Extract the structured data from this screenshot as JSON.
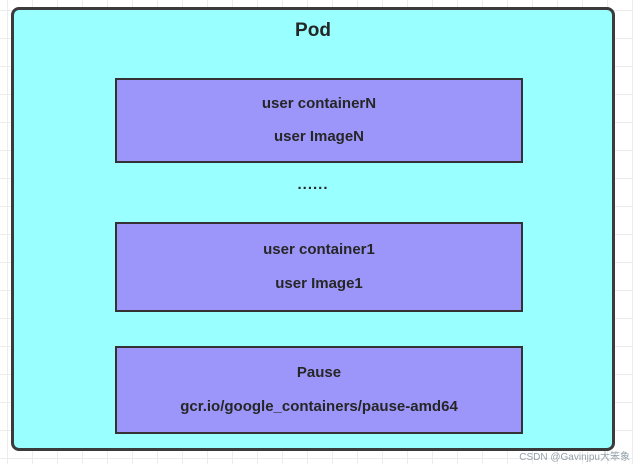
{
  "diagram": {
    "pod": {
      "title": "Pod",
      "ellipsis": "......",
      "containers": [
        {
          "name": "user containerN",
          "image": "user ImageN"
        },
        {
          "name": "user container1",
          "image": "user Image1"
        },
        {
          "name": "Pause",
          "image": "gcr.io/google_containers/pause-amd64"
        }
      ]
    },
    "watermark": "CSDN @Gavinjpu大笨象",
    "colors": {
      "pod_fill": "#99FFFF",
      "container_fill": "#9C96FA",
      "border": "#3B3B3B",
      "text": "#262626",
      "grid_line": "#ECECEC"
    }
  }
}
